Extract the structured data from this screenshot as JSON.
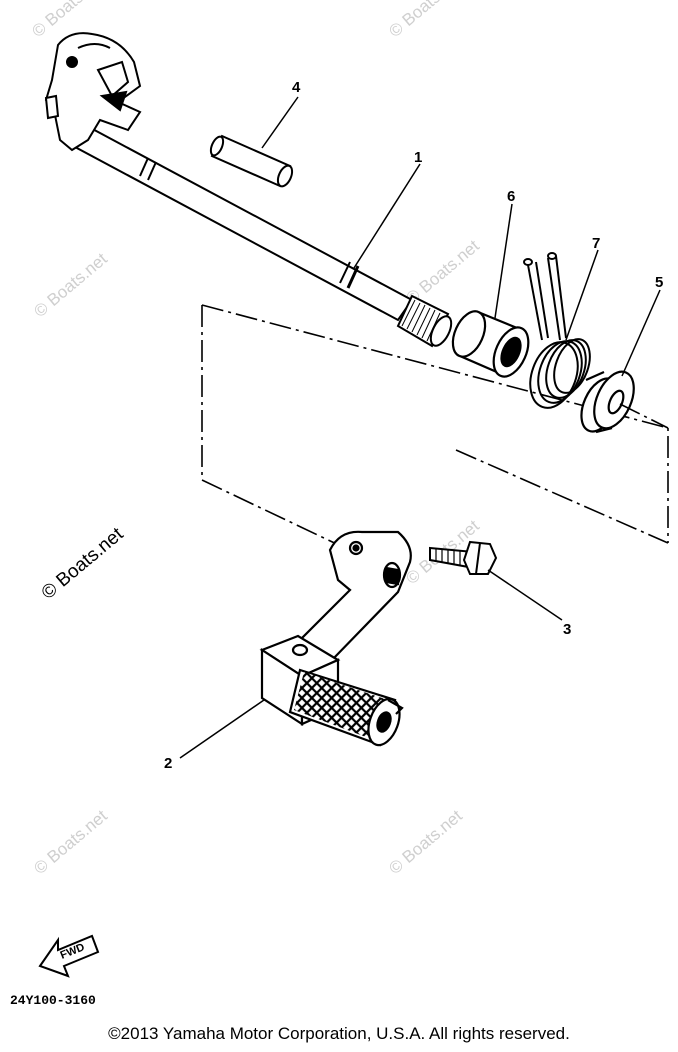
{
  "callouts": [
    {
      "label": "1"
    },
    {
      "label": "2"
    },
    {
      "label": "3"
    },
    {
      "label": "4"
    },
    {
      "label": "5"
    },
    {
      "label": "6"
    },
    {
      "label": "7"
    }
  ],
  "watermark": "© Boats.net",
  "fwd_label": "FWD",
  "drawing_code": "24Y100-3160",
  "copyright": "©2013 Yamaha Motor Corporation, U.S.A. All rights reserved."
}
